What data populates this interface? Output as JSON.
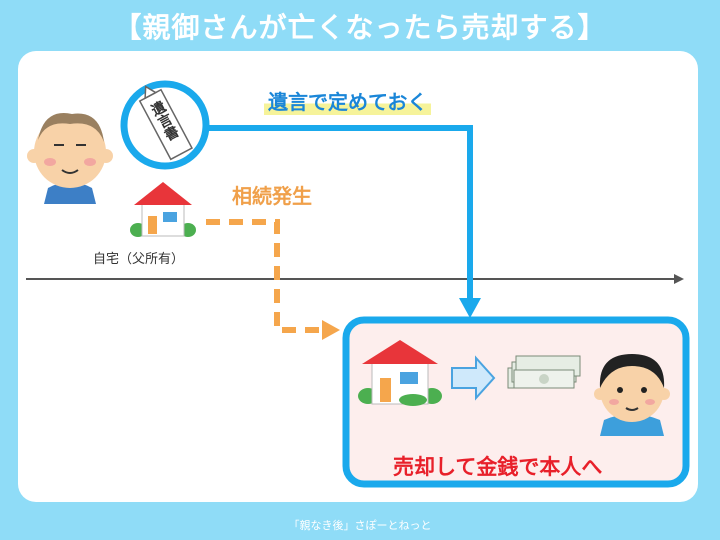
{
  "title": "【親御さんが亡くなったら売却する】",
  "will_label": "遺言で定めておく",
  "will_document_text": "遺言書",
  "inheritance_label": "相続発生",
  "home_label": "自宅（父所有）",
  "result_label": "売却して金銭で本人へ",
  "footer": "「親なき後」さぽーとねっと",
  "colors": {
    "background": "#8fdcf7",
    "accent_blue": "#1aa9ec",
    "orange": "#f5a64c",
    "result_text": "#e8202a",
    "result_box_fill": "#fdeeed"
  }
}
